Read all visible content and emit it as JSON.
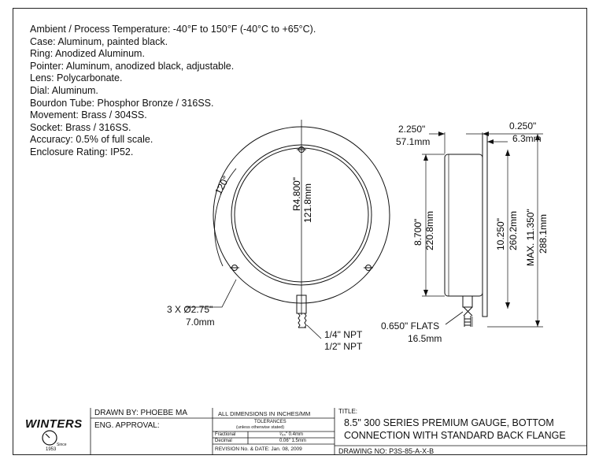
{
  "specs": [
    "Ambient / Process Temperature: -40°F to 150°F (-40°C to +65°C).",
    "Case: Aluminum, painted black.",
    "Ring: Anodized Aluminum.",
    "Pointer: Aluminum, anodized black, adjustable.",
    "Lens: Polycarbonate.",
    "Dial: Aluminum.",
    "Bourdon Tube: Phosphor Bronze / 316SS.",
    "Movement: Brass / 304SS.",
    "Socket: Brass / 316SS.",
    "Accuracy: 0.5% of full scale.",
    "Enclosure Rating: IP52."
  ],
  "front_view": {
    "angle": "120°",
    "radius_in": "R4.800\"",
    "radius_mm": "121.8mm",
    "holes_in": "3 X Ø2.75\"",
    "holes_mm": "7.0mm",
    "npt_1": "1/4\" NPT",
    "npt_2": "1/2\" NPT"
  },
  "side_view": {
    "depth_in": "2.250\"",
    "depth_mm": "57.1mm",
    "flange_in": "0.250\"",
    "flange_mm": "6.3mm",
    "case_in": "8.700\"",
    "case_mm": "220.8mm",
    "bolt_in": "10.250\"",
    "bolt_mm": "260.2mm",
    "max_in": "MAX. 11.350\"",
    "max_mm": "288.1mm",
    "flats_in": "0.650\" FLATS",
    "flats_mm": "16.5mm"
  },
  "title_block": {
    "logo": "WINTERS",
    "logo_since": "Since",
    "logo_year": "1953",
    "drawn_by": "DRAWN BY: PHOEBE MA",
    "eng_approval": "ENG. APPROVAL:",
    "dims": "ALL DIMENSIONS IN INCHES/MM",
    "tolerances": "TOLERANCES",
    "tol_note": "(unless otherwise stated)",
    "fractional_label": "Fractional",
    "fractional_value": "¹⁄₆₄\" 0.4mm",
    "decimal_label": "Decimal",
    "decimal_value": "0.06\" 1.5mm",
    "revision": "REVISION No. & DATE: Jan. 08, 2009",
    "title_label": "TITLE:",
    "title_line1": "8.5\" 300 SERIES PREMIUM GAUGE, BOTTOM",
    "title_line2": "CONNECTION WITH STANDARD BACK FLANGE",
    "drawing_no": "DRAWING NO: P3S-85-A-X-B"
  }
}
